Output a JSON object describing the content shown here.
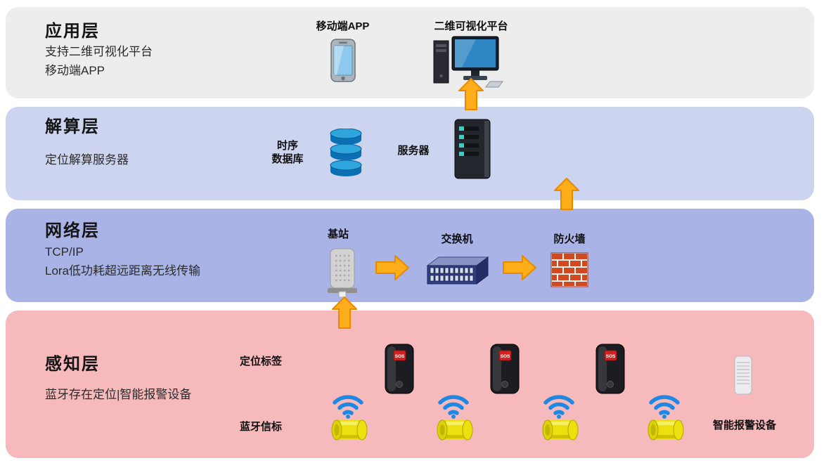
{
  "colors": {
    "application_bg": "#ededed",
    "computing_bg": "#cdd4f0",
    "network_bg": "#a9b3e6",
    "perception_bg": "#f6b9bc",
    "arrow_fill": "#ffae1b",
    "arrow_outline": "#e88a00",
    "wifi_blue": "#1e88e5",
    "beacon_yellow": "#ece00e",
    "database_blue": "#0b6fb3",
    "firewall_red": "#d1491f"
  },
  "layers": {
    "application": {
      "title": "应用层",
      "subtitle_line1": "支持二维可视化平台",
      "subtitle_line2": "移动端APP",
      "mobile_app_label": "移动端APP",
      "platform_label": "二维可视化平台"
    },
    "computing": {
      "title": "解算层",
      "subtitle_line1": "定位解算服务器",
      "database_label_line1": "时序",
      "database_label_line2": "数据库",
      "server_label": "服务器"
    },
    "network": {
      "title": "网络层",
      "subtitle_line1": "TCP/IP",
      "subtitle_line2": "Lora低功耗超远距离无线传输",
      "base_station_label": "基站",
      "switch_label": "交换机",
      "firewall_label": "防火墙"
    },
    "perception": {
      "title": "感知层",
      "subtitle_line1": "蓝牙存在定位|智能报警设备",
      "tag_label": "定位标签",
      "beacon_label": "蓝牙信标",
      "alarm_label": "智能报警设备",
      "sos_text": "SOS",
      "tag_count": 3,
      "beacon_count": 4
    }
  },
  "icons": {
    "application": [
      "smartphone-icon",
      "desktop-computer-icon"
    ],
    "computing": [
      "database-icon",
      "server-icon"
    ],
    "network": [
      "base-station-icon",
      "network-switch-icon",
      "firewall-icon"
    ],
    "perception": [
      "positioning-tag-icon",
      "wifi-signal-icon",
      "beacon-cylinder-icon",
      "alarm-device-icon"
    ],
    "connectors": [
      "up-arrow",
      "right-arrow"
    ]
  }
}
